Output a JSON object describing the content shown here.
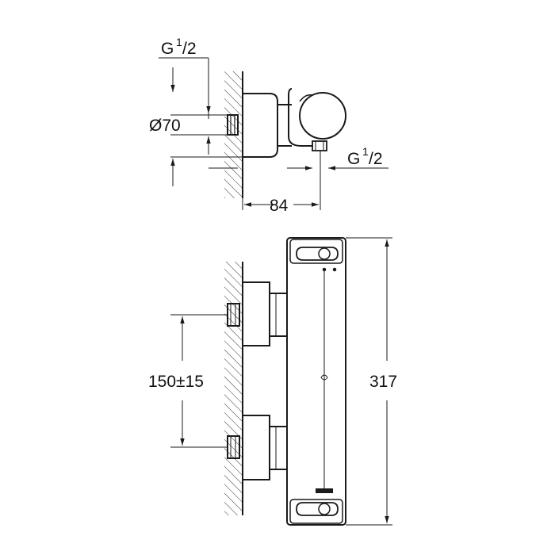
{
  "top_view": {
    "thread_label": "G",
    "thread_sup": "1",
    "thread_frac": "/2",
    "diameter_label": "Ø70",
    "outlet_thread_label": "G",
    "outlet_thread_sup": "1",
    "outlet_thread_frac": "/2",
    "depth_label": "84"
  },
  "front_view": {
    "centers_label": "150±15",
    "height_label": "317"
  },
  "colors": {
    "line": "#1a1a1a",
    "background": "#ffffff"
  }
}
